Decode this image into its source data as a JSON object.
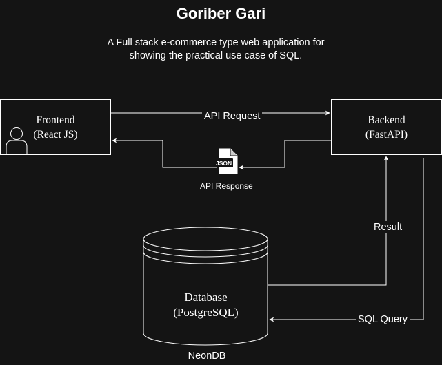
{
  "title": "Goriber Gari",
  "subtitle": {
    "line1": "A Full stack e-commerce type web application for",
    "line2": "showing the practical use case of SQL."
  },
  "nodes": {
    "frontend": {
      "line1": "Frontend",
      "line2": "(React JS)",
      "icon": "user-icon"
    },
    "backend": {
      "line1": "Backend",
      "line2": "(FastAPI)"
    },
    "database": {
      "line1": "Database",
      "line2": "(PostgreSQL)",
      "caption": "NeonDB"
    }
  },
  "edges": {
    "api_request": "API Request",
    "api_response": "API Response",
    "json_badge": "JSON",
    "result": "Result",
    "sql_query": "SQL Query"
  },
  "colors": {
    "background": "#141414",
    "stroke": "#ffffff"
  }
}
